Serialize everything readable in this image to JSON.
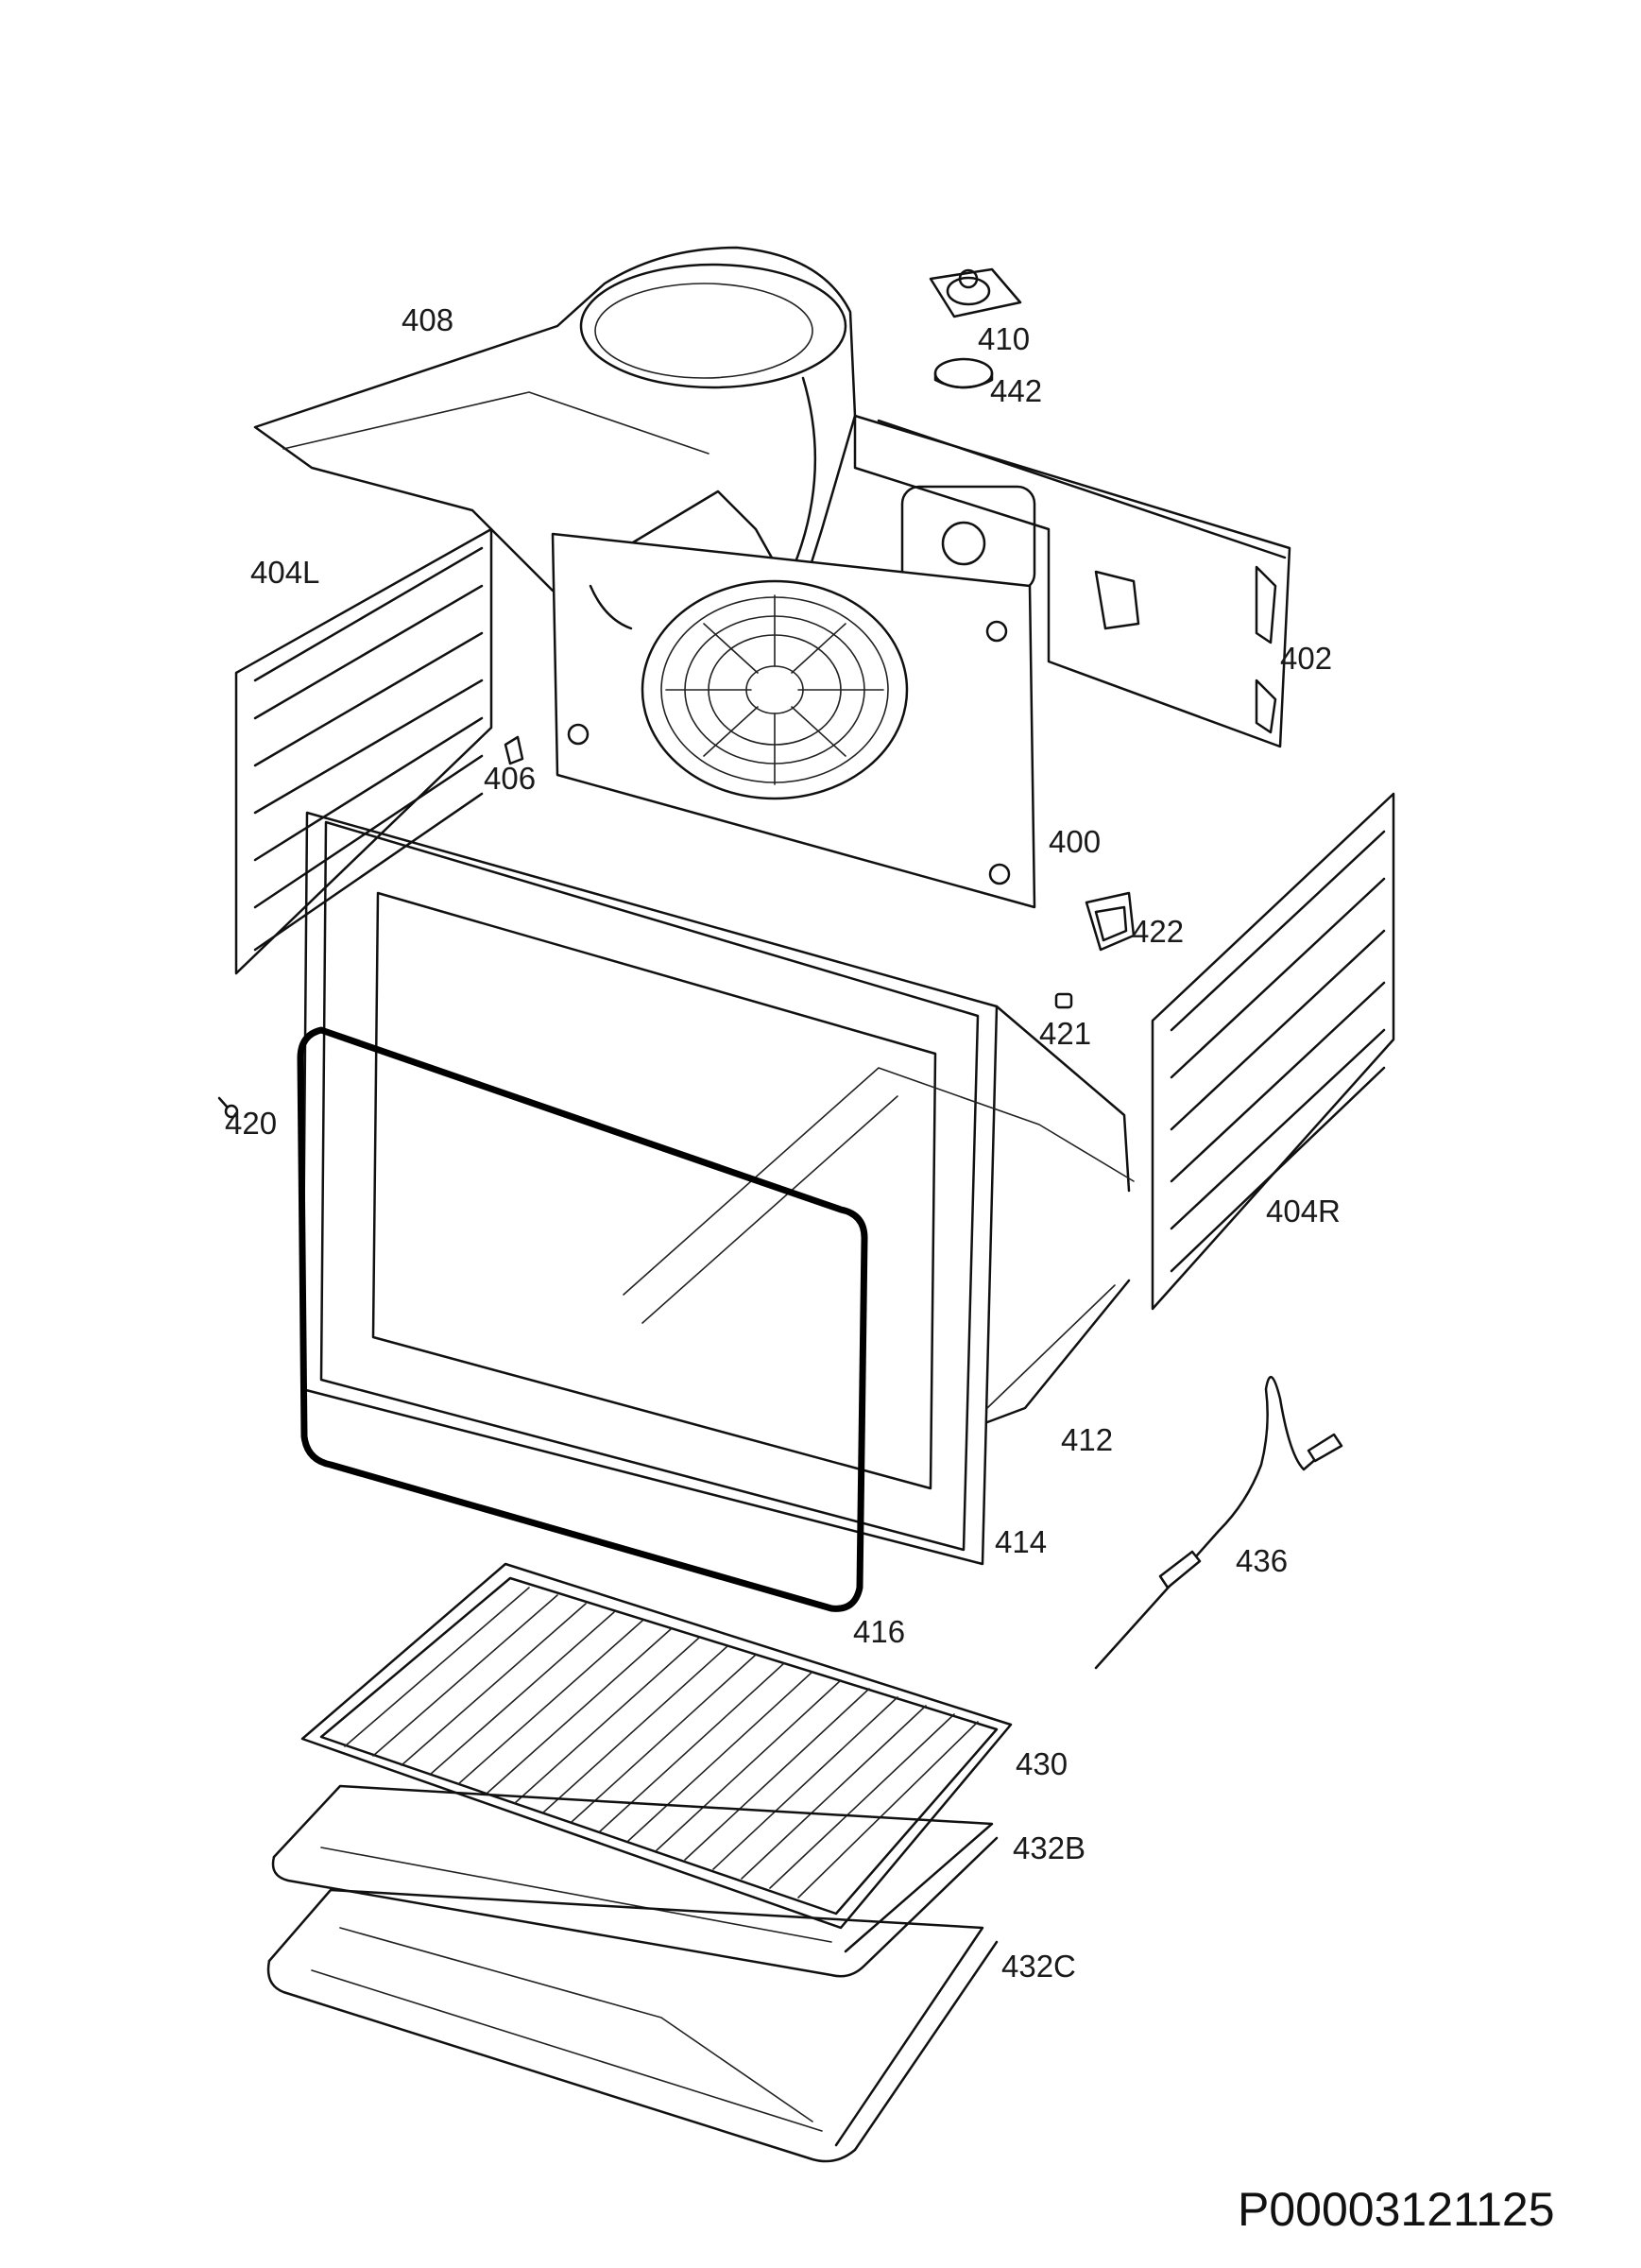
{
  "document_id": "P00003121125",
  "labels": {
    "l400": "400",
    "l402": "402",
    "l404L": "404L",
    "l404R": "404R",
    "l406": "406",
    "l408": "408",
    "l410": "410",
    "l412": "412",
    "l414": "414",
    "l416": "416",
    "l420": "420",
    "l421": "421",
    "l422": "422",
    "l430": "430",
    "l432B": "432B",
    "l432C": "432C",
    "l436": "436",
    "l442": "442"
  }
}
